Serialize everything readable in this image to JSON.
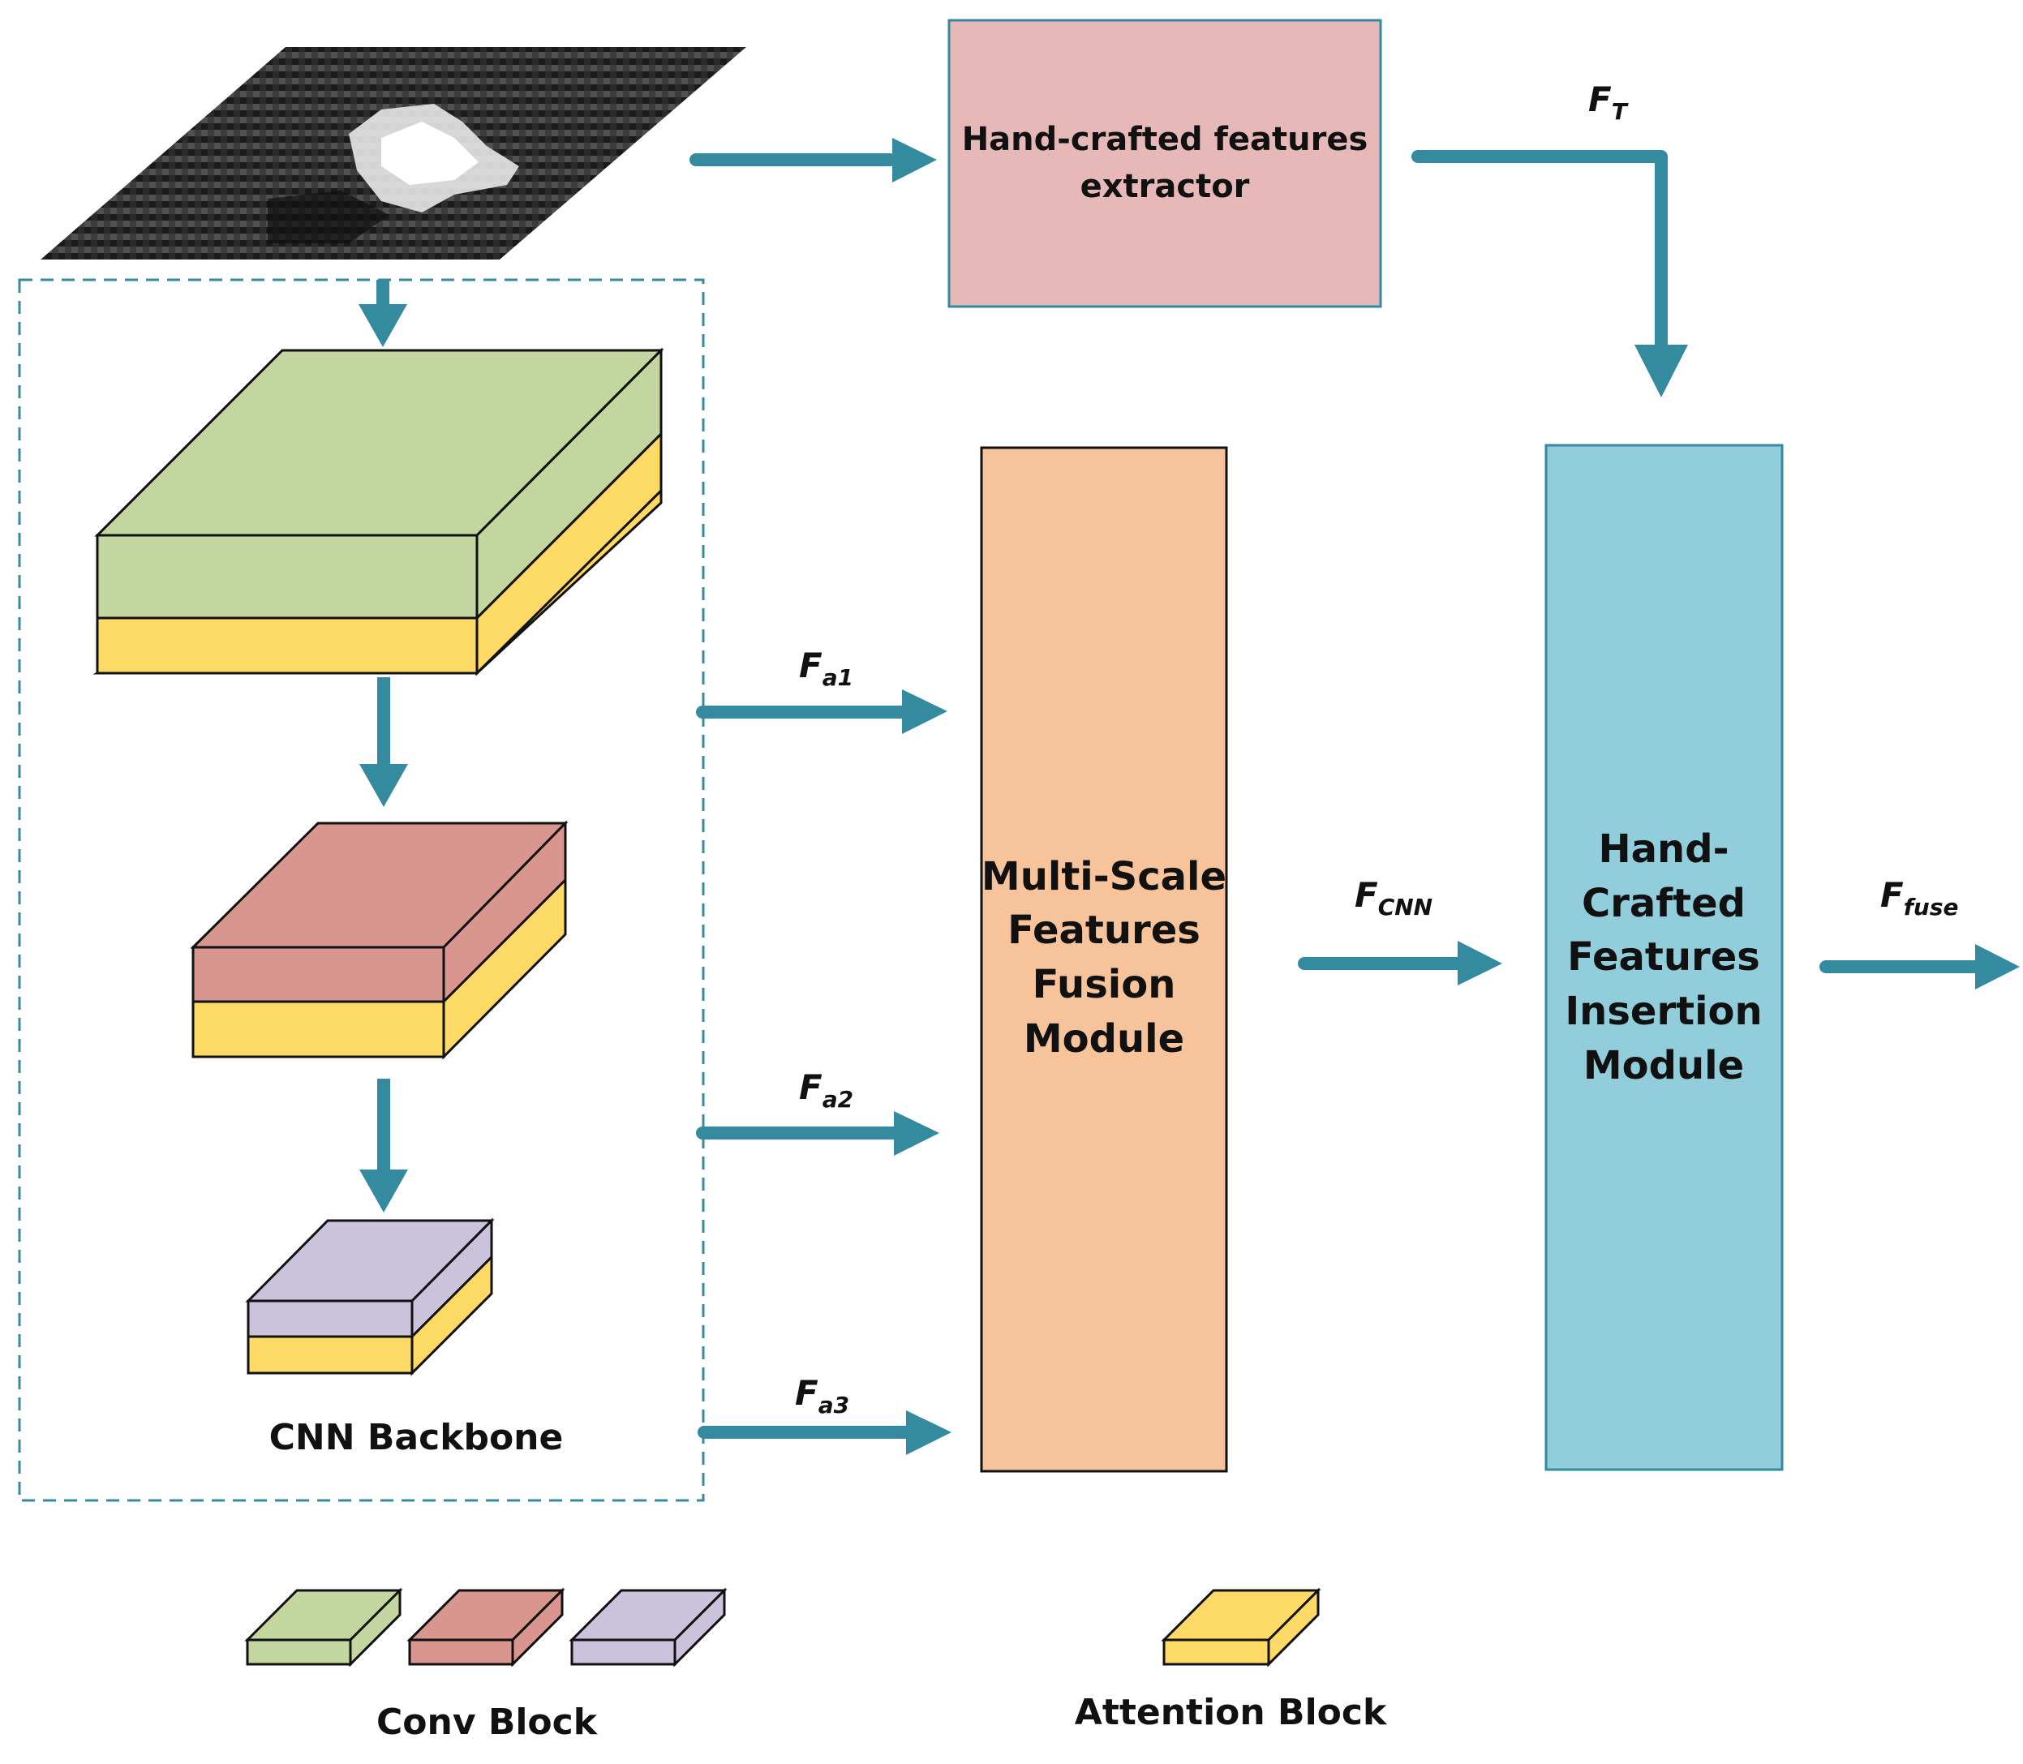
{
  "colors": {
    "arrow": "#348a9e",
    "green_block": "#c4d6a0",
    "red_block": "#d8968f",
    "purple_block": "#cbc3dc",
    "attention_yellow": "#fdd966",
    "extractor_fill": "#e6b8b7",
    "fusion_fill": "#f7c39b",
    "insertion_fill": "#92cddc",
    "dashed_border": "#3a8a9e"
  },
  "extractor": {
    "line1": "Hand-crafted features",
    "line2": "extractor"
  },
  "fusion": {
    "line1": "Multi-Scale",
    "line2": "Features",
    "line3": "Fusion",
    "line4": "Module"
  },
  "insertion": {
    "line1": "Hand-",
    "line2": "Crafted",
    "line3": "Features",
    "line4": "Insertion",
    "line5": "Module"
  },
  "backbone": {
    "label": "CNN Backbone"
  },
  "signals": {
    "ft": {
      "main": "F",
      "sub": "T"
    },
    "fa1": {
      "main": "F",
      "sub": "a1"
    },
    "fa2": {
      "main": "F",
      "sub": "a2"
    },
    "fa3": {
      "main": "F",
      "sub": "a3"
    },
    "fcnn": {
      "main": "F",
      "sub": "CNN"
    },
    "ffuse": {
      "main": "F",
      "sub": "fuse"
    }
  },
  "legend": {
    "conv_label": "Conv Block",
    "attention_label": "Attention Block"
  }
}
